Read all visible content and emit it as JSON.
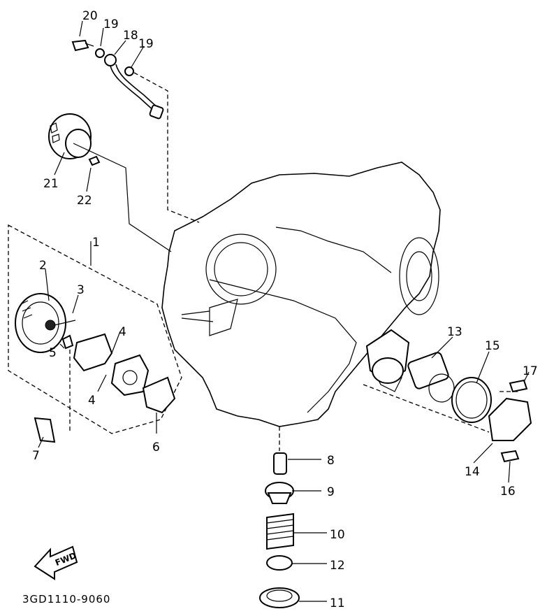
{
  "diagram": {
    "drawing_code": "3GD1110-9060",
    "fwd_label": "FWD",
    "callouts": [
      {
        "id": "c20",
        "text": "20"
      },
      {
        "id": "c19a",
        "text": "19"
      },
      {
        "id": "c18",
        "text": "18"
      },
      {
        "id": "c19b",
        "text": "19"
      },
      {
        "id": "c21",
        "text": "21"
      },
      {
        "id": "c22",
        "text": "22"
      },
      {
        "id": "c1",
        "text": "1"
      },
      {
        "id": "c2",
        "text": "2"
      },
      {
        "id": "c3",
        "text": "3"
      },
      {
        "id": "c4a",
        "text": "4"
      },
      {
        "id": "c4b",
        "text": "4"
      },
      {
        "id": "c5",
        "text": "5"
      },
      {
        "id": "c6",
        "text": "6"
      },
      {
        "id": "c7",
        "text": "7"
      },
      {
        "id": "c8",
        "text": "8"
      },
      {
        "id": "c9",
        "text": "9"
      },
      {
        "id": "c10",
        "text": "10"
      },
      {
        "id": "c12",
        "text": "12"
      },
      {
        "id": "c11",
        "text": "11"
      },
      {
        "id": "c13",
        "text": "13"
      },
      {
        "id": "c14",
        "text": "14"
      },
      {
        "id": "c15",
        "text": "15"
      },
      {
        "id": "c16",
        "text": "16"
      },
      {
        "id": "c17",
        "text": "17"
      }
    ]
  }
}
